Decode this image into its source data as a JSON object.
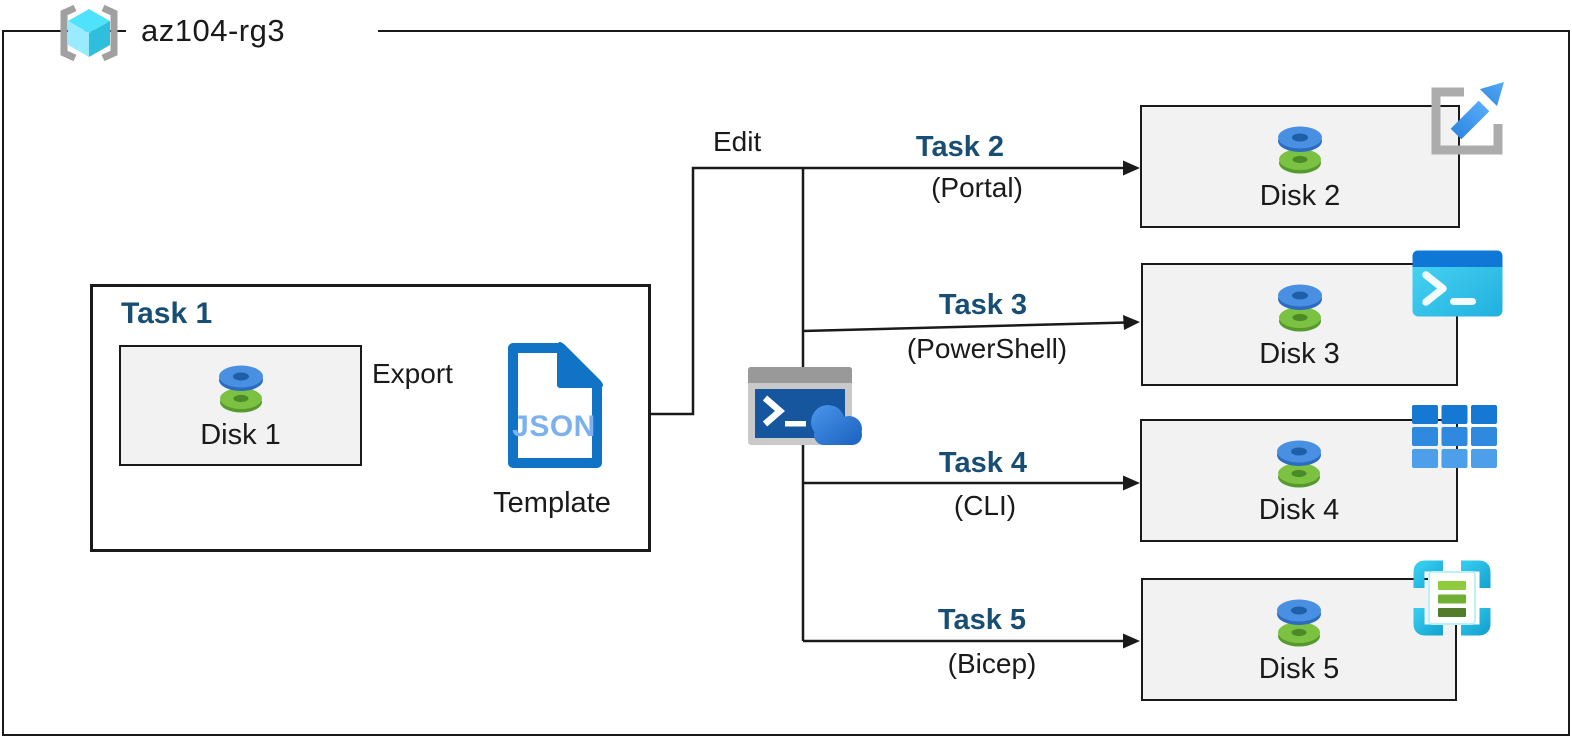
{
  "resource_group": {
    "name": "az104-rg3",
    "icon": "resource-group-icon"
  },
  "task1": {
    "label": "Task 1",
    "disk_label": "Disk 1",
    "disk_icon": "managed-disk-icon"
  },
  "flow": {
    "export_label": "Export",
    "edit_label": "Edit"
  },
  "template": {
    "file_type": "JSON",
    "label": "Template",
    "icon": "json-file-icon"
  },
  "cloud_shell": {
    "icon": "cloud-shell-icon"
  },
  "tasks": [
    {
      "label": "Task 2",
      "method": "(Portal)",
      "disk_label": "Disk 2",
      "disk_icon": "managed-disk-icon",
      "tool_icon": "azure-portal-icon"
    },
    {
      "label": "Task 3",
      "method": "(PowerShell)",
      "disk_label": "Disk 3",
      "disk_icon": "managed-disk-icon",
      "tool_icon": "powershell-icon"
    },
    {
      "label": "Task 4",
      "method": "(CLI)",
      "disk_label": "Disk 4",
      "disk_icon": "managed-disk-icon",
      "tool_icon": "azure-cli-icon"
    },
    {
      "label": "Task 5",
      "method": "(Bicep)",
      "disk_label": "Disk 5",
      "disk_icon": "managed-disk-icon",
      "tool_icon": "bicep-template-icon"
    }
  ],
  "colors": {
    "task_label": "#184E74",
    "outline": "#1A1A1A",
    "box_fill": "#F2F2F2",
    "azure_blue": "#1173C5",
    "disk_blue": "#4A90E2",
    "disk_green": "#7BC142",
    "cube_cyan": "#4FE3FB",
    "bracket_gray": "#A0A0A0"
  }
}
